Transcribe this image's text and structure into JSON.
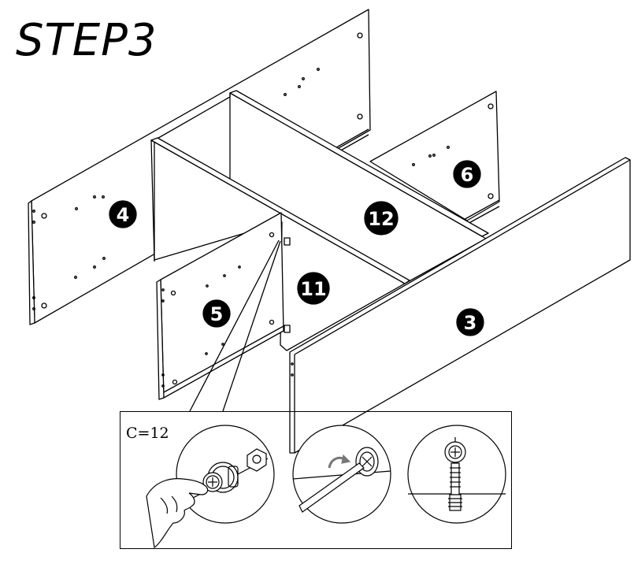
{
  "title": "STEP3",
  "parts": [
    {
      "id": "part-3",
      "label": "3"
    },
    {
      "id": "part-4",
      "label": "4"
    },
    {
      "id": "part-5",
      "label": "5"
    },
    {
      "id": "part-6",
      "label": "6"
    },
    {
      "id": "part-11",
      "label": "11"
    },
    {
      "id": "part-12",
      "label": "12"
    }
  ],
  "detail": {
    "cam_count": "C=12"
  },
  "icons": [
    "hand-icon",
    "cam-lock-icon",
    "cam-nut-icon",
    "screwdriver-icon",
    "rotate-arrow-icon",
    "cam-bolt-icon"
  ],
  "colors": {
    "line": "#000000",
    "badge": "#000000",
    "paper": "#ffffff"
  }
}
